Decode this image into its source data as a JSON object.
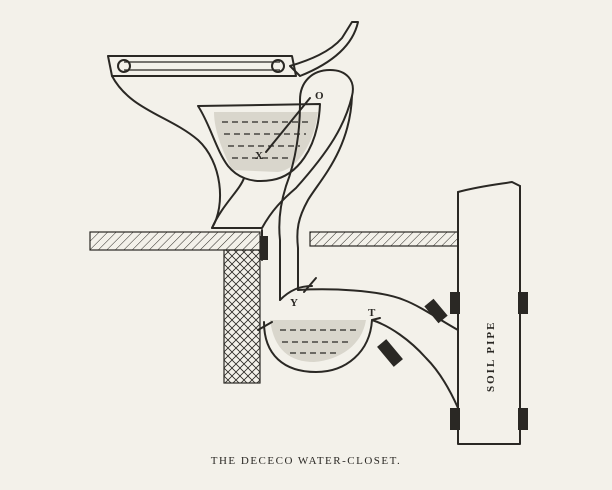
{
  "caption": "THE DECECO WATER-CLOSET.",
  "labels": {
    "o": "O",
    "x": "X",
    "y": "Y",
    "t": "T",
    "soil_pipe": "SOIL PIPE"
  }
}
